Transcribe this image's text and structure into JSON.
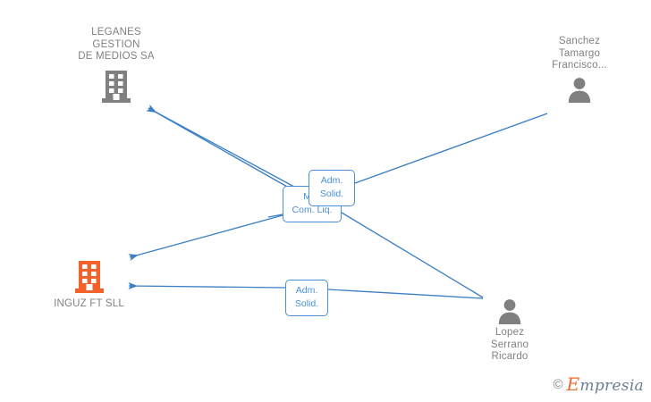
{
  "diagram": {
    "type": "relationship-graph",
    "nodes": [
      {
        "id": "leganes",
        "kind": "company",
        "icon": "building-icon",
        "color": "#808080",
        "label": "LEGANES\nGESTION\nDE MEDIOS SA"
      },
      {
        "id": "inguz",
        "kind": "company",
        "icon": "building-icon",
        "color": "#f4622c",
        "label": "INGUZ FT  SLL"
      },
      {
        "id": "sanchez",
        "kind": "person",
        "icon": "person-icon",
        "color": "#808080",
        "label": "Sanchez\nTamargo\nFrancisco..."
      },
      {
        "id": "lopez",
        "kind": "person",
        "icon": "person-icon",
        "color": "#808080",
        "label": "Lopez\nSerrano\nRicardo"
      }
    ],
    "edge_labels": [
      {
        "id": "rel-miembro",
        "text": "Mi...\nCom. Liq."
      },
      {
        "id": "rel-adm-top",
        "text": "Adm.\nSolid."
      },
      {
        "id": "rel-adm-bottom",
        "text": "Adm.\nSolid."
      }
    ],
    "edges": [
      {
        "from": "sanchez",
        "to": "leganes",
        "label": "Adm. Solid.",
        "arrow": true
      },
      {
        "from": "lopez",
        "to": "leganes",
        "label": "Mi... Com. Liq.",
        "arrow": true
      },
      {
        "from": "lopez",
        "to": "inguz",
        "label": "Mi... Com. Liq.",
        "arrow": true
      },
      {
        "from": "lopez",
        "to": "inguz",
        "label": "Adm. Solid.",
        "arrow": true
      }
    ],
    "edge_color": "#3c7fc4"
  },
  "watermark": {
    "copyright": "©",
    "brand_initial": "E",
    "brand_rest": "mpresia"
  }
}
